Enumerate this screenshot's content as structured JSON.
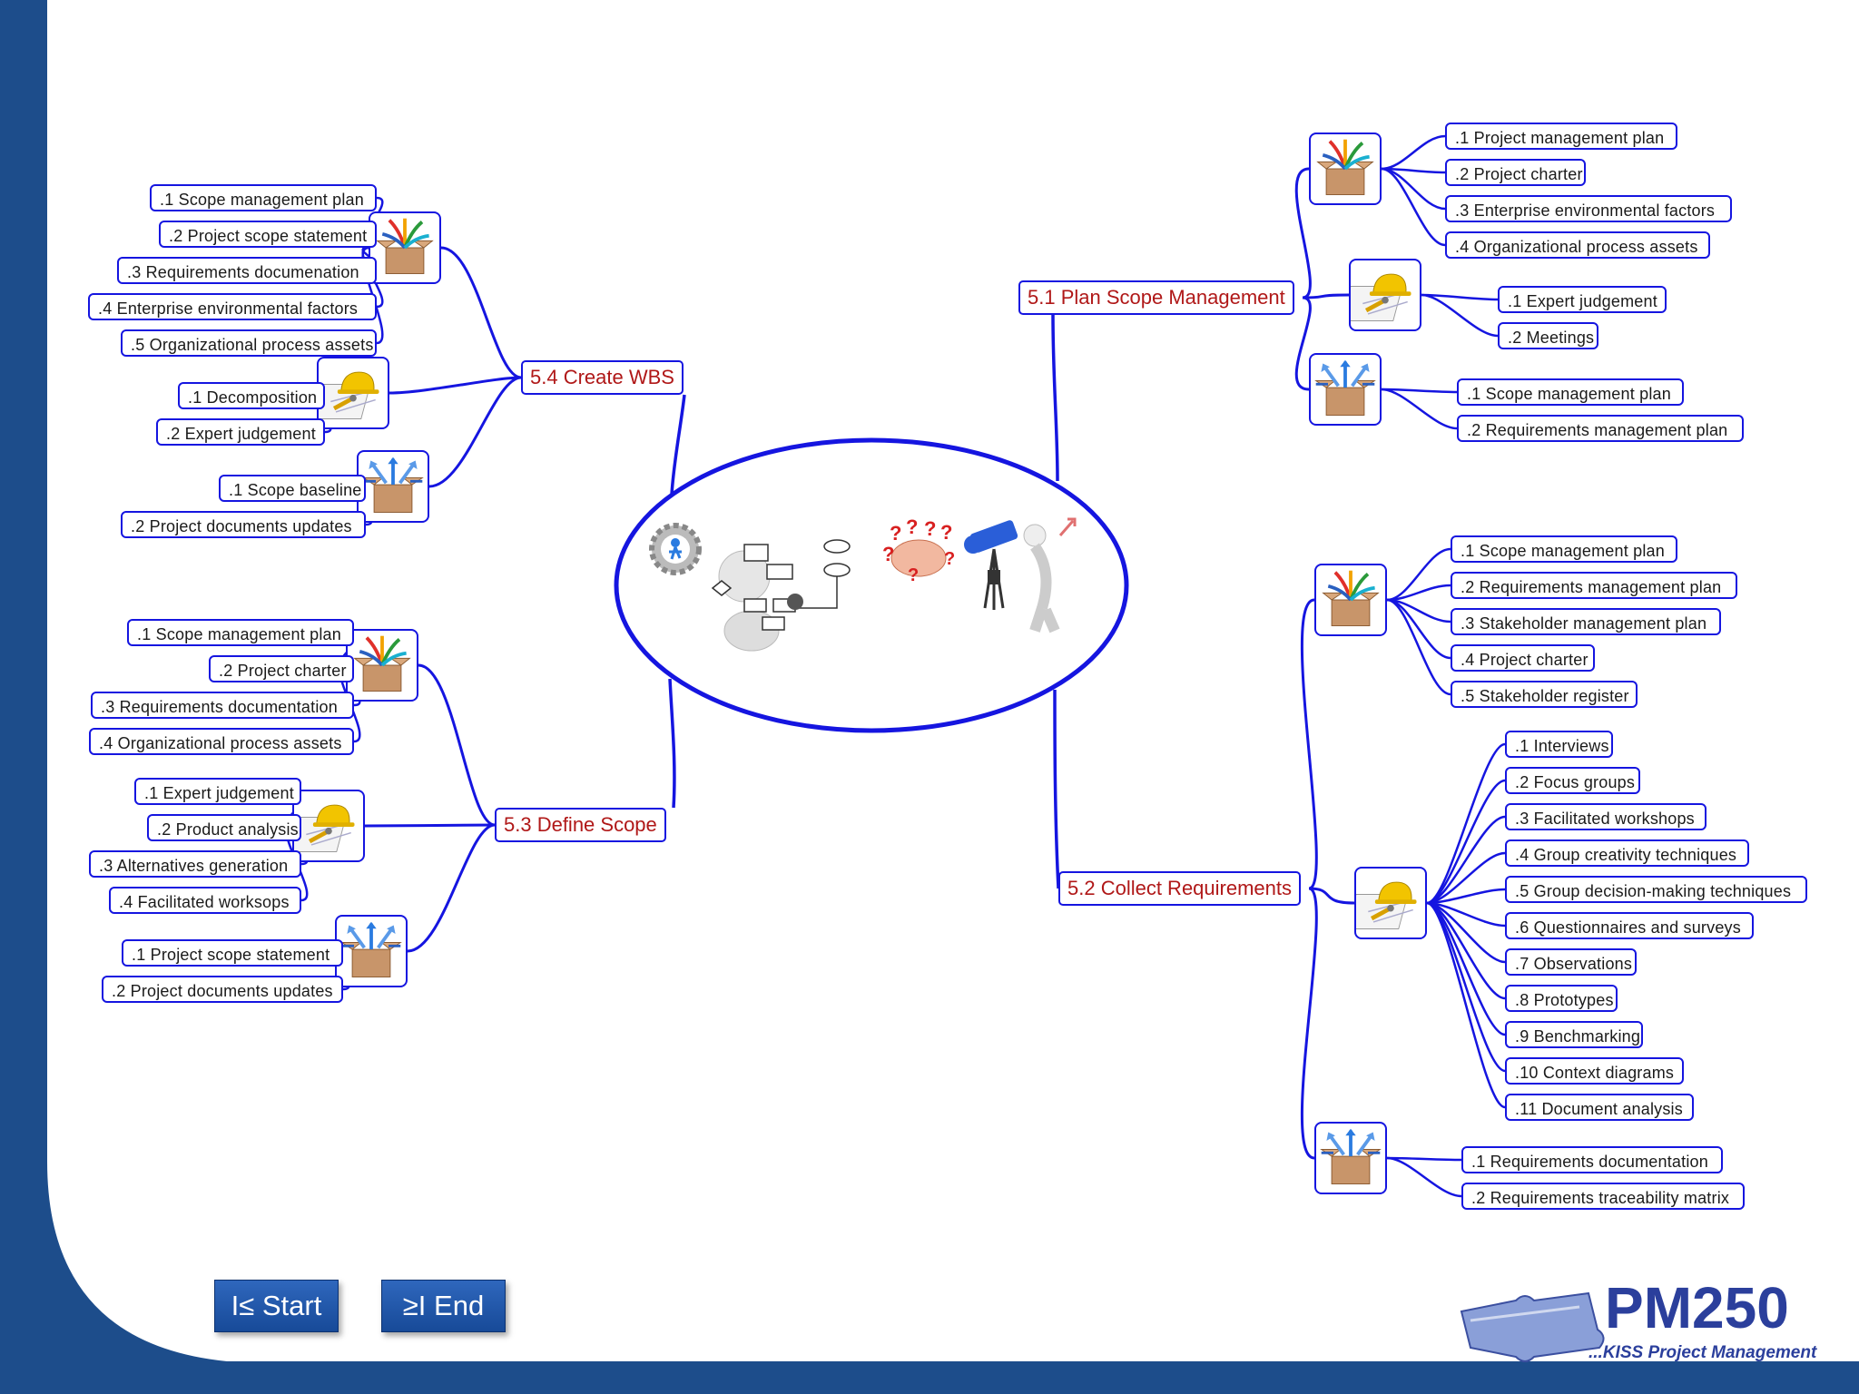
{
  "colors": {
    "frame": "#1d4d8b",
    "line": "#1515e0",
    "topic_text": "#b01818",
    "leaf_text": "#1a1a1a"
  },
  "topics": {
    "plan_scope": "5.1 Plan Scope Management",
    "collect_req": "5.2 Collect Requirements",
    "define_scope": "5.3 Define Scope",
    "create_wbs": "5.4 Create WBS"
  },
  "plan_scope": {
    "inputs": [
      ".1 Project management plan",
      ".2 Project charter",
      ".3 Enterprise environmental factors",
      ".4 Organizational process assets"
    ],
    "tools": [
      ".1 Expert judgement",
      ".2 Meetings"
    ],
    "outputs": [
      ".1 Scope management plan",
      ".2 Requirements management plan"
    ]
  },
  "collect_req": {
    "inputs": [
      ".1 Scope management plan",
      ".2 Requirements management plan",
      ".3 Stakeholder management plan",
      ".4 Project charter",
      ".5 Stakeholder register"
    ],
    "tools": [
      ".1 Interviews",
      ".2 Focus groups",
      ".3 Facilitated workshops",
      ".4 Group creativity techniques",
      ".5 Group decision-making techniques",
      ".6 Questionnaires and surveys",
      ".7 Observations",
      ".8 Prototypes",
      ".9 Benchmarking",
      ".10 Context diagrams",
      ".11 Document analysis"
    ],
    "outputs": [
      ".1 Requirements documentation",
      ".2 Requirements traceability matrix"
    ]
  },
  "define_scope": {
    "inputs": [
      ".1 Scope management plan",
      ".2 Project charter",
      ".3 Requirements documentation",
      ".4 Organizational process assets"
    ],
    "tools": [
      ".1 Expert judgement",
      ".2 Product analysis",
      ".3 Alternatives generation",
      ".4 Facilitated worksops"
    ],
    "outputs": [
      ".1 Project scope statement",
      ".2 Project documents updates"
    ]
  },
  "create_wbs": {
    "inputs": [
      ".1 Scope management plan",
      ".2 Project scope statement",
      ".3 Requirements documenation",
      ".4 Enterprise environmental factors",
      ".5 Organizational process assets"
    ],
    "tools": [
      ".1 Decomposition",
      ".2 Expert judgement"
    ],
    "outputs": [
      ".1 Scope baseline",
      ".2 Project documents updates"
    ]
  },
  "icons": {
    "inputs": "inputs-box-icon",
    "tools": "hardhat-tools-icon",
    "outputs": "outputs-box-icon"
  },
  "nav": {
    "start": "I≤ Start",
    "end": "≥I End"
  },
  "logo": {
    "brand": "PM250",
    "tagline": "...KISS Project Management"
  }
}
